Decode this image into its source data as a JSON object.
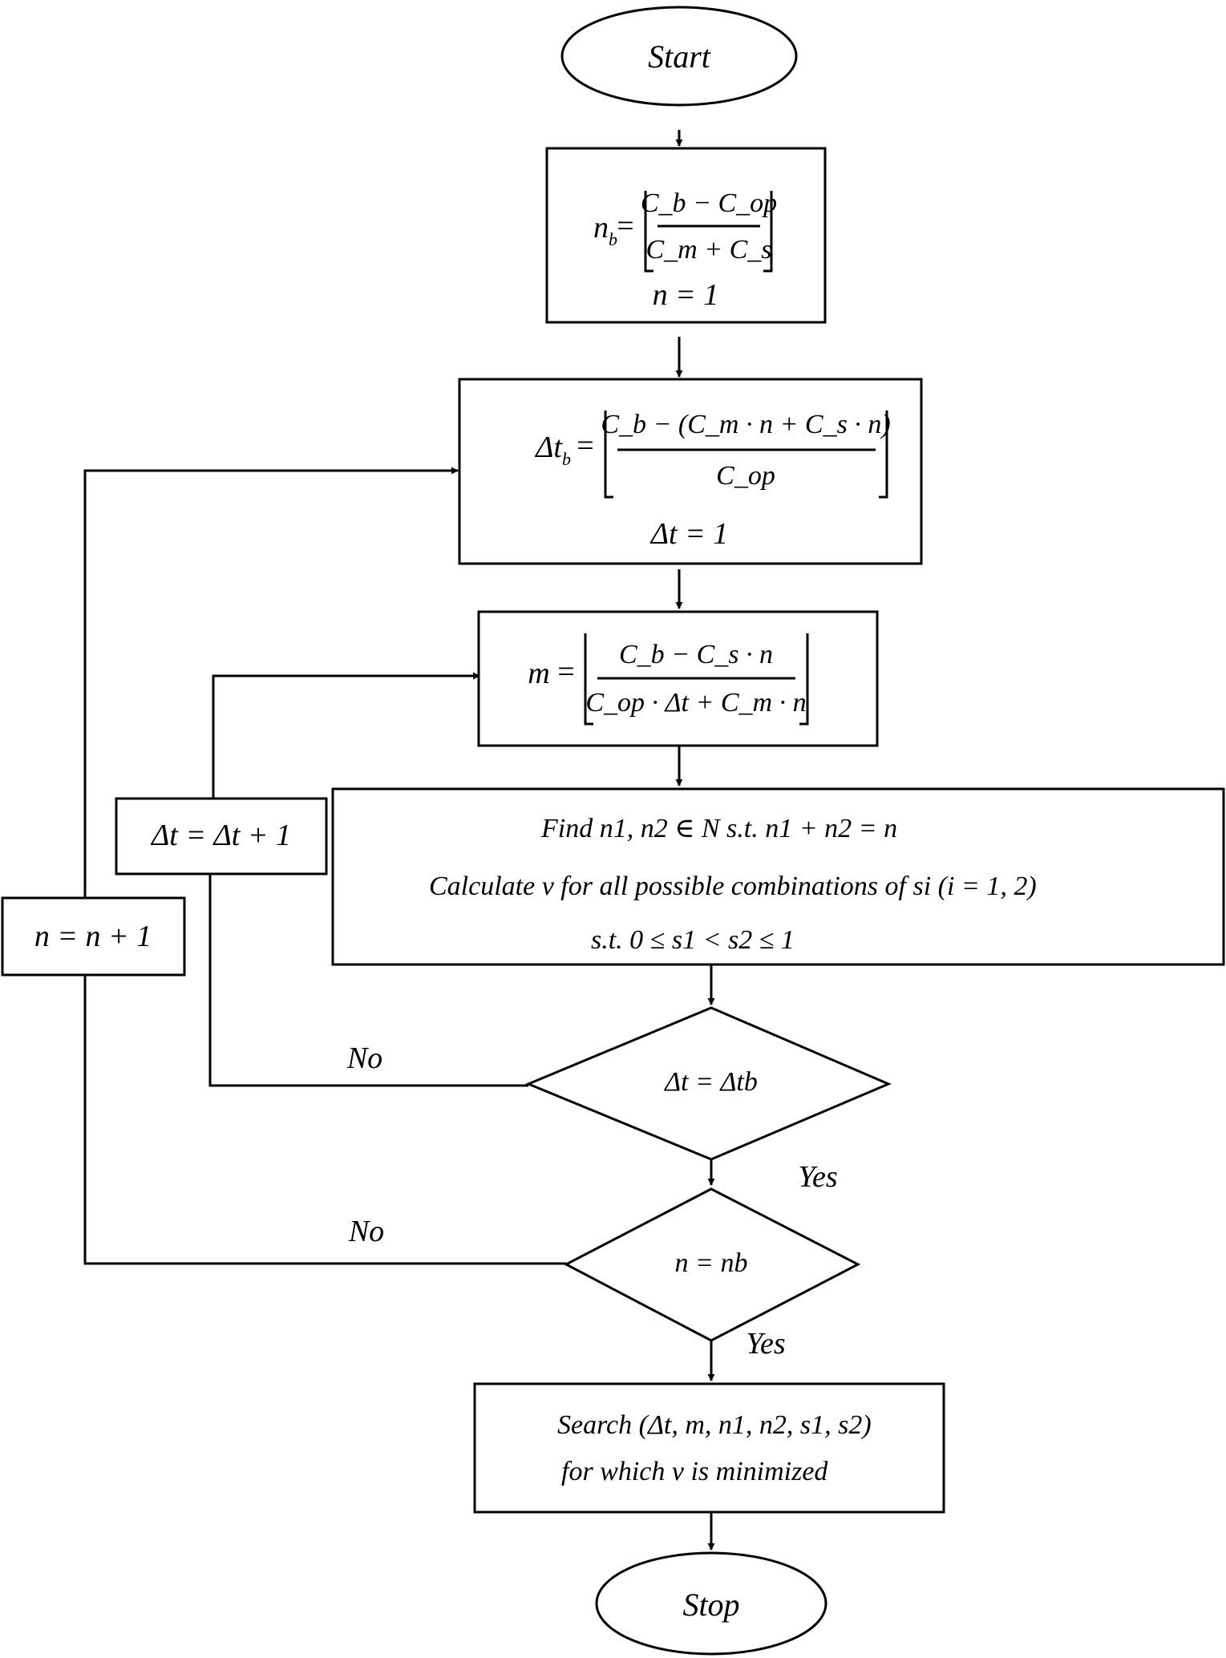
{
  "nodes": {
    "start": {
      "label": "Start"
    },
    "init_nb": {
      "lhs": "n",
      "lhs_sub": "b",
      "num": "C_b − C_op",
      "den": "C_m + C_s",
      "line2": "n = 1"
    },
    "init_dtb": {
      "lhs": "Δt",
      "lhs_sub": "b",
      "num": "C_b − (C_m · n + C_s · n)",
      "den": "C_op",
      "line2": "Δt = 1"
    },
    "compute_m": {
      "lhs": "m",
      "num": "C_b − C_s · n",
      "den": "C_op · Δt + C_m · n"
    },
    "increment_dt": {
      "label": "Δt = Δt + 1"
    },
    "increment_n": {
      "label": "n = n + 1"
    },
    "find_box": {
      "line1": "Find n1, n2 ∈ N s.t. n1 + n2 = n",
      "line2": "Calculate v for all possible combinations of si (i = 1, 2)",
      "line3": "s.t. 0 ≤ s1 < s2 ≤ 1"
    },
    "decision_dt": {
      "label": "Δt = Δtb",
      "no": "No",
      "yes": "Yes"
    },
    "decision_n": {
      "label": "n = nb",
      "no": "No",
      "yes": "Yes"
    },
    "search_box": {
      "line1": "Search (Δt, m, n1, n2, s1, s2)",
      "line2": "for which v is minimized"
    },
    "stop": {
      "label": "Stop"
    }
  }
}
